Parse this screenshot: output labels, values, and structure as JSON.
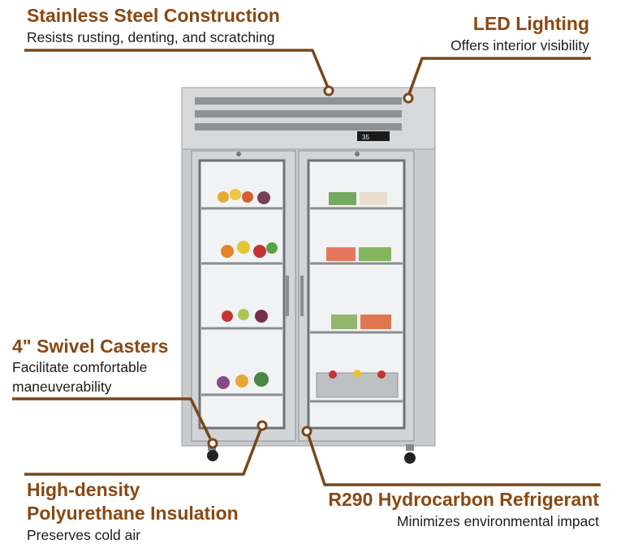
{
  "features": {
    "stainless": {
      "title": "Stainless Steel Construction",
      "desc": "Resists rusting, denting, and scratching"
    },
    "led": {
      "title": "LED Lighting",
      "desc": "Offers interior visibility"
    },
    "casters": {
      "title": "4\" Swivel Casters",
      "desc_line1": "Facilitate comfortable",
      "desc_line2": "maneuverability"
    },
    "insulation": {
      "title_line1": "High-density",
      "title_line2": "Polyurethane Insulation",
      "desc": "Preserves cold air"
    },
    "refrigerant": {
      "title": "R290 Hydrocarbon Refrigerant",
      "desc": "Minimizes environmental impact"
    }
  },
  "product": {
    "display_reading": "35"
  },
  "colors": {
    "accent": "#8a4812",
    "line": "#7a4616",
    "steel": "#c9cccf"
  }
}
